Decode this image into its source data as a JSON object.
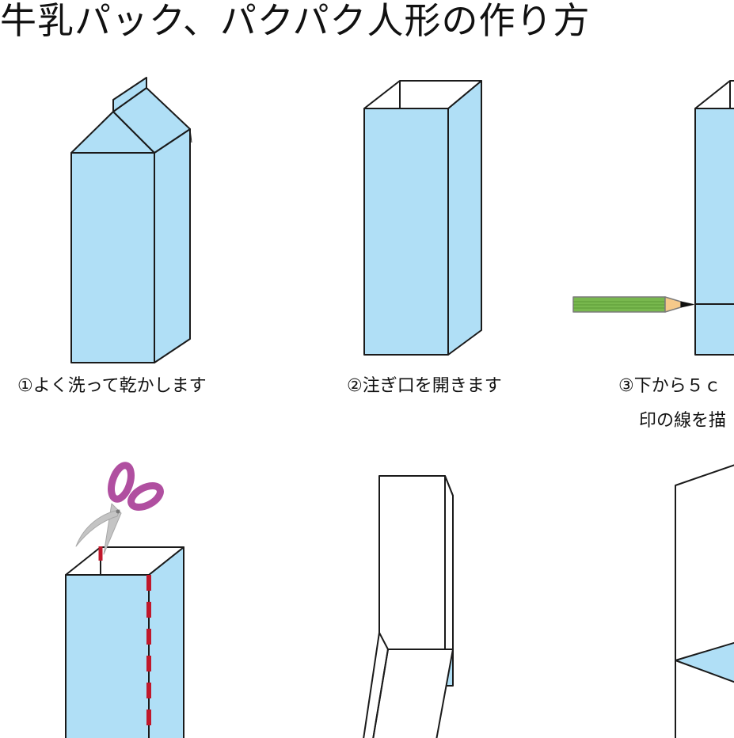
{
  "title": "牛乳パック、パクパク人形の作り方",
  "colors": {
    "carton_fill": "#b0dff6",
    "outline": "#1a1a1a",
    "pencil_body": "#78b84e",
    "pencil_wood": "#f5c98a",
    "scissors_handle": "#b04fa0",
    "scissors_blade": "#c4c4c4",
    "cut_line": "#c0182b"
  },
  "steps": [
    {
      "caption": "①よく洗って乾かします"
    },
    {
      "caption": "②注ぎ口を開きます"
    },
    {
      "caption_line1": "③下から５ｃ",
      "caption_line2": "印の線を描"
    }
  ]
}
